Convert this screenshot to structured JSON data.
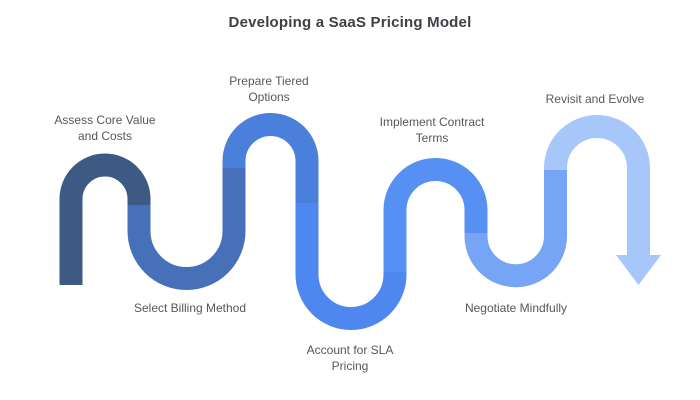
{
  "title": "Developing a SaaS Pricing Model",
  "diagram": {
    "type": "serpentine-process-flow",
    "direction": "left-to-right",
    "end_marker": "arrow-down",
    "steps": [
      {
        "label": "Assess Core Value and Costs",
        "color": "#3C5A84"
      },
      {
        "label": "Select Billing Method",
        "color": "#4670B8"
      },
      {
        "label": "Prepare Tiered Options",
        "color": "#4A80DC"
      },
      {
        "label": "Account for SLA Pricing",
        "color": "#4E87F0"
      },
      {
        "label": "Implement Contract Terms",
        "color": "#5690F2"
      },
      {
        "label": "Negotiate Mindfully",
        "color": "#76A5F6"
      },
      {
        "label": "Revisit and Evolve",
        "color": "#A7C6FA"
      }
    ]
  }
}
